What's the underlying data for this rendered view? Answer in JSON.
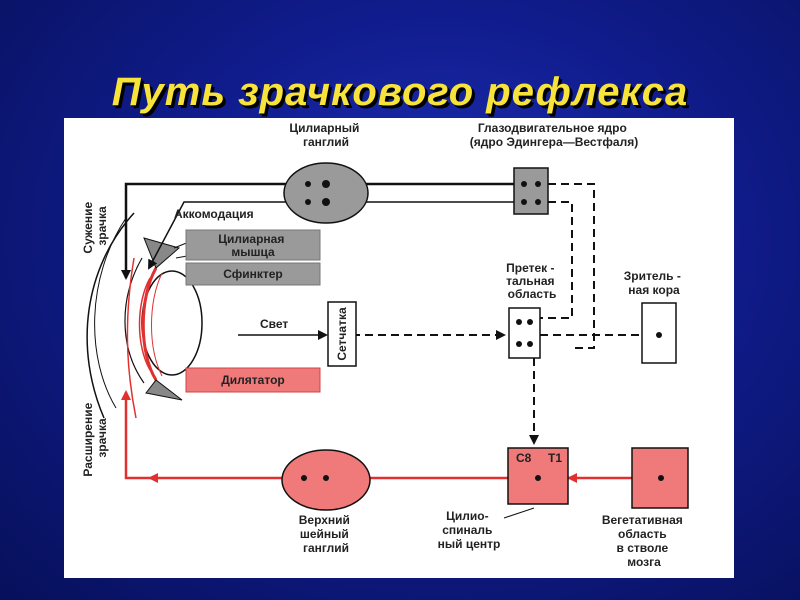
{
  "title": "Путь зрачкового рефлекса",
  "labels": {
    "ciliary_ganglion": [
      "Цилиарный",
      "ганглий"
    ],
    "oculomotor_nucleus": [
      "Глазодвигательное ядро",
      "(ядро  Эдингера—Вестфаля)"
    ],
    "constriction": [
      "Сужение",
      "зрачка"
    ],
    "accommodation": "Аккомодация",
    "ciliary_muscle": [
      "Цилиарная",
      "мышца"
    ],
    "sphincter": "Сфинктер",
    "pretectal": [
      "Претек -",
      "тальная",
      "область"
    ],
    "visual_cortex": [
      "Зритель -",
      "ная кора"
    ],
    "light": "Свет",
    "retina": "Сетчатка",
    "dilator": "Дилятатор",
    "dilation": [
      "Расширение",
      "зрачка"
    ],
    "c8": "C8",
    "t1": "T1",
    "superior_cervical": [
      "Верхний",
      "шейный",
      "ганглий"
    ],
    "ciliospinal": [
      "Цилио-",
      "спиналь",
      "ный центр"
    ],
    "vegetative": [
      "Вегетативная",
      "область",
      "в стволе",
      "мозга"
    ]
  },
  "colors": {
    "title": "#f7e33a",
    "background": "#101c8c",
    "gray_box": "#9a9a9a",
    "red_box": "#f07a7a",
    "red_line": "#e23030",
    "black_line": "#111111"
  }
}
